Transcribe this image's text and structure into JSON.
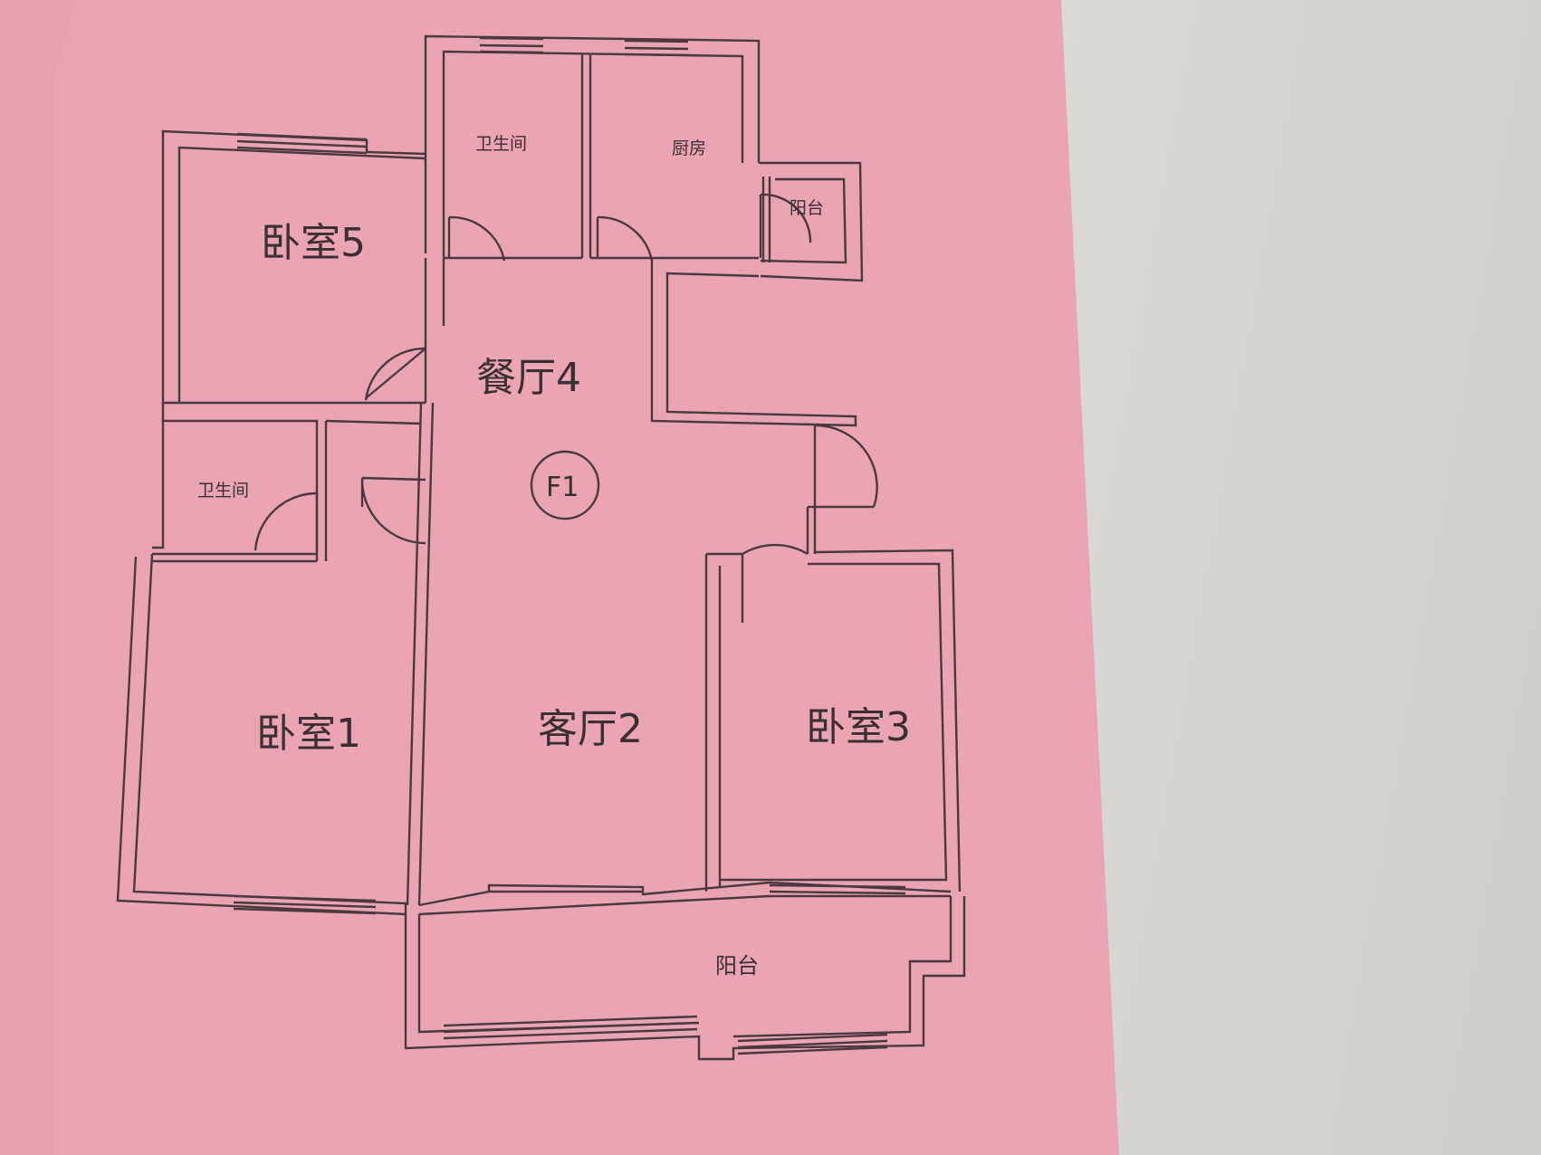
{
  "floor_badge": "F1",
  "rooms": {
    "bedroom5": "卧室5",
    "bathroom_top": "卫生间",
    "kitchen": "厨房",
    "balcony_small": "阳台",
    "dining4": "餐厅4",
    "bathroom_left": "卫生间",
    "bedroom1": "卧室1",
    "living2": "客厅2",
    "bedroom3": "卧室3",
    "balcony_bottom": "阳台"
  },
  "colors": {
    "paper": "#eaa4b4",
    "wall_line": "#4a3a40",
    "background": "#d8d6d3"
  }
}
